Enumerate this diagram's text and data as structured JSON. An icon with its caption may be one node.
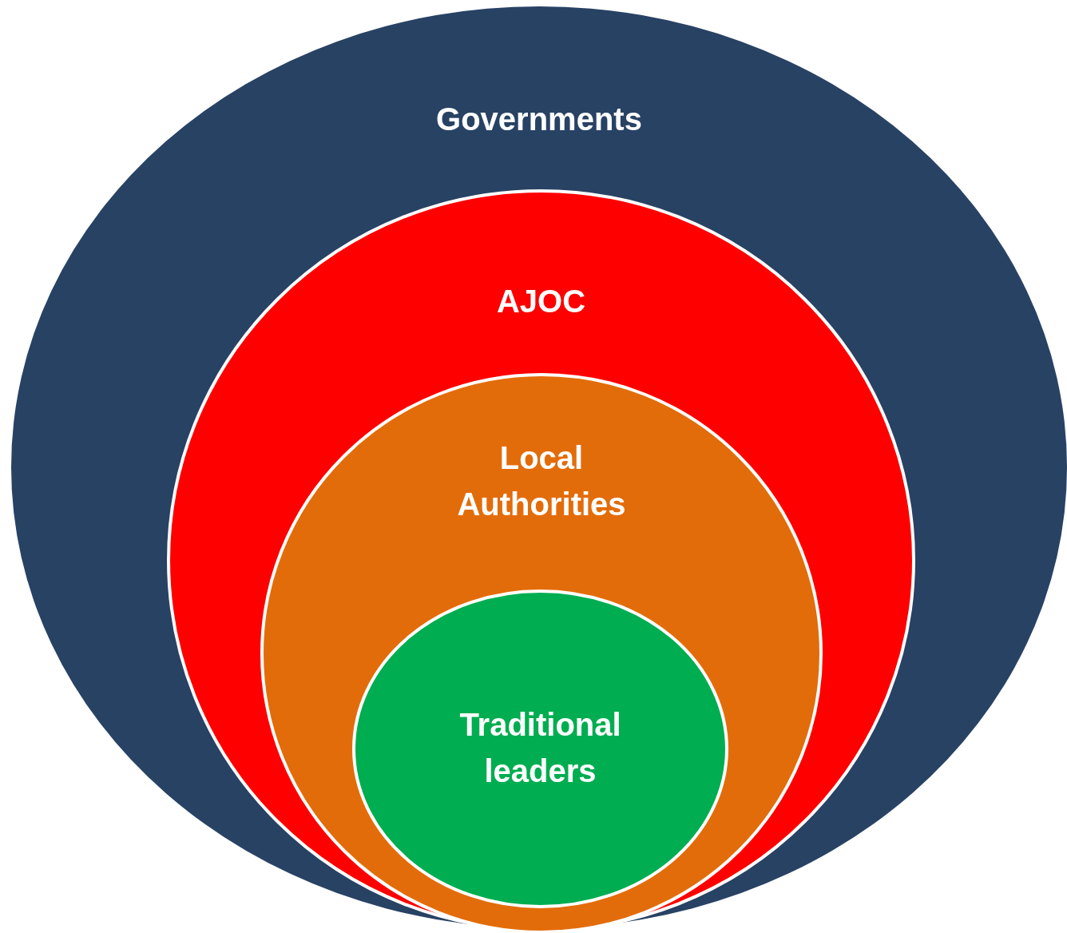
{
  "diagram": {
    "nodes": [
      {
        "text": [
          "Governments"
        ]
      },
      {
        "text": [
          "AJOC"
        ],
        "in": 0
      },
      {
        "text": [
          "Local Authorities"
        ],
        "in": 1
      },
      {
        "text": [
          "Traditional leaders"
        ],
        "in": 2
      }
    ]
  }
}
